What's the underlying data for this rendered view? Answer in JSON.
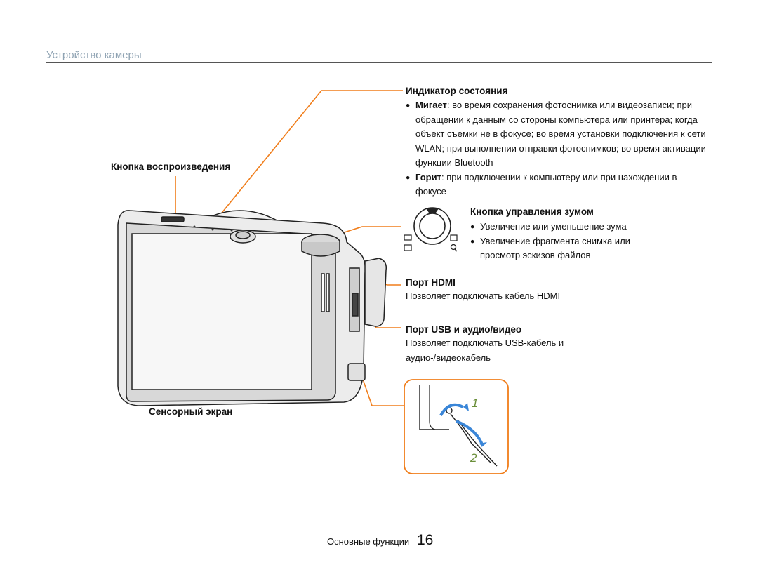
{
  "header": {
    "section_title": "Устройство камеры"
  },
  "labels": {
    "playback_button": "Кнопка воспроизведения",
    "touch_screen": "Сенсорный экран",
    "status_indicator": {
      "title": "Индикатор состояния",
      "blink_term": "Мигает",
      "blink_text": ": во время сохранения фотоснимка или видеозаписи; при обращении к данным со стороны компьютера или принтера; когда объект съемки не в фокусе; во время установки подключения к сети WLAN; при выполнении отправки фотоснимков; во время активации функции Bluetooth",
      "lit_term": "Горит",
      "lit_text": ": при подключении к компьютеру или при нахождении в фокусе"
    },
    "zoom_button": {
      "title": "Кнопка управления зумом",
      "item1": "Увеличение или уменьшение зума",
      "item2": "Увеличение фрагмента снимка или просмотр эскизов файлов"
    },
    "hdmi_port": {
      "title": "Порт HDMI",
      "desc": "Позволяет подключать кабель HDMI"
    },
    "usb_port": {
      "title": "Порт USB и аудио/видео",
      "desc": "Позволяет подключать USB-кабель и аудио-/видеокабель"
    },
    "strap_steps": {
      "step1": "1",
      "step2": "2"
    }
  },
  "footer": {
    "section": "Основные функции",
    "page": "16"
  },
  "colors": {
    "callout": "#f07d1a",
    "arrow": "#3a86d8",
    "title": "#8fa3b3"
  }
}
